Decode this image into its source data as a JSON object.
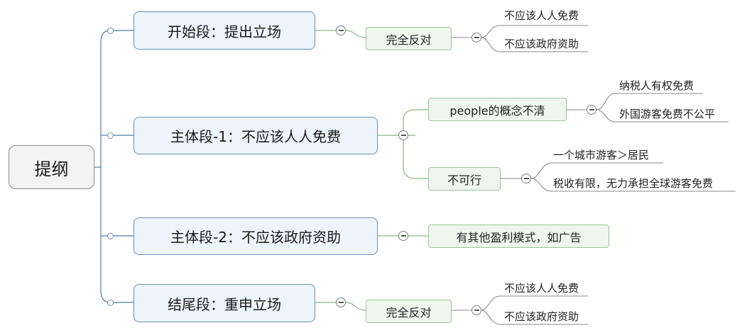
{
  "root": {
    "label": "提纲"
  },
  "sections": [
    {
      "label": "开始段：提出立场",
      "children": [
        {
          "label": "完全反对",
          "leaves": [
            "不应该人人免费",
            "不应该政府资助"
          ]
        }
      ]
    },
    {
      "label": "主体段-1：不应该人人免费",
      "children": [
        {
          "label": "people的概念不清",
          "leaves": [
            "纳税人有权免费",
            "外国游客免费不公平"
          ]
        },
        {
          "label": "不可行",
          "leaves": [
            "一个城市游客＞居民",
            "税收有限，无力承担全球游客免费"
          ]
        }
      ]
    },
    {
      "label": "主体段-2：不应该政府资助",
      "children": [
        {
          "label": "有其他盈利模式，如广告",
          "leaves": []
        }
      ]
    },
    {
      "label": "结尾段：重申立场",
      "children": [
        {
          "label": "完全反对",
          "leaves": [
            "不应该人人免费",
            "不应该政府资助"
          ]
        }
      ]
    }
  ],
  "colors": {
    "branch_line": "#6a8fba",
    "sub_line": "#9cc39a",
    "leaf_line": "#8a8a8a"
  }
}
